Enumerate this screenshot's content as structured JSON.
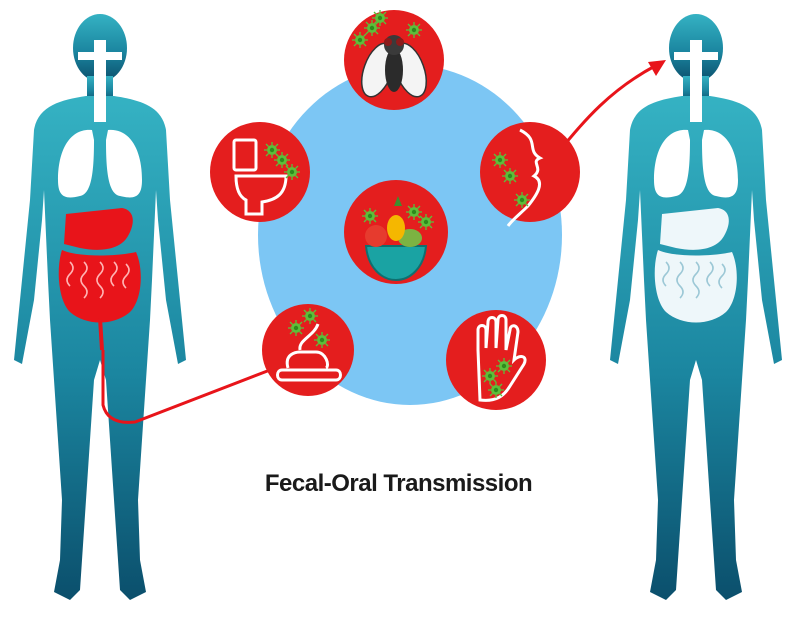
{
  "caption": "Fecal-Oral Transmission",
  "colors": {
    "body_top": "#2a9fb3",
    "body_bottom": "#0d5a78",
    "circle_red": "#e41e1e",
    "hub_blue": "#7cc6f4",
    "arrow_red": "#e8141a",
    "virus_green": "#5cbf3a",
    "organ_white": "#ffffff"
  },
  "figures": [
    {
      "id": "infected-person",
      "organs_color": "red"
    },
    {
      "id": "healthy-person",
      "organs_color": "white"
    }
  ],
  "transmission_icons": [
    {
      "name": "fly-icon"
    },
    {
      "name": "toilet-icon"
    },
    {
      "name": "mouth-icon"
    },
    {
      "name": "food-bowl-icon"
    },
    {
      "name": "feces-icon"
    },
    {
      "name": "hand-icon"
    }
  ]
}
